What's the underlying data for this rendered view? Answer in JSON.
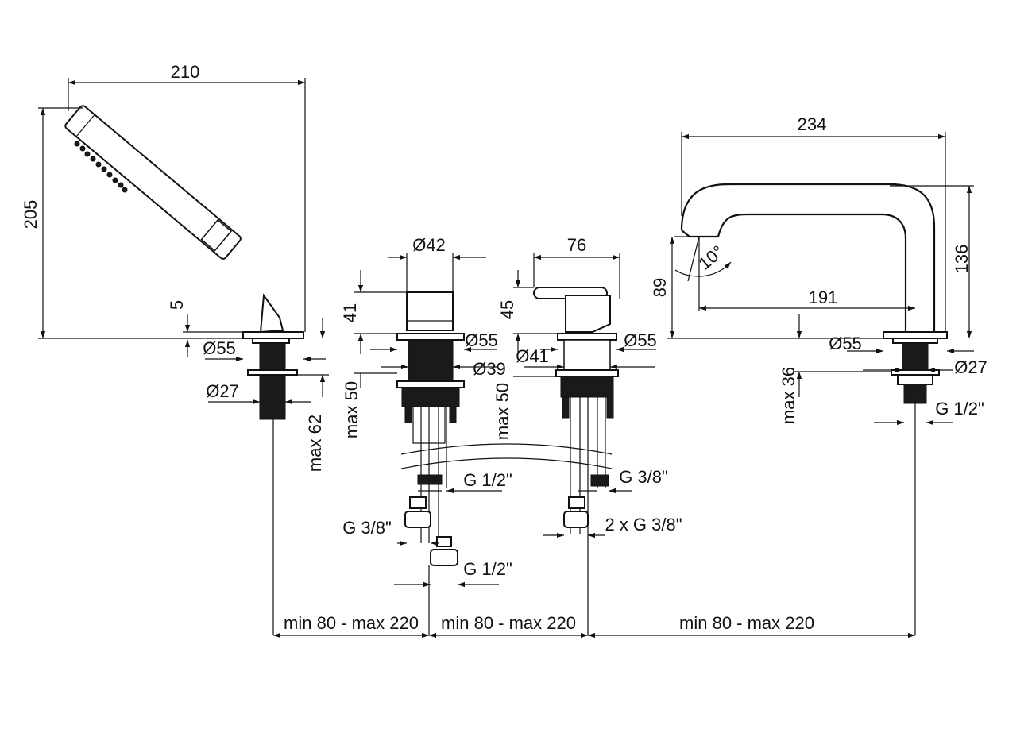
{
  "dimensions": {
    "hand_shower": {
      "width": "210",
      "height": "205",
      "plate_offset": "5",
      "flange_diameter": "Ø55",
      "shank_diameter": "Ø27",
      "max_depth": "max 62"
    },
    "valve_left": {
      "handle_diameter": "Ø42",
      "body_height": "41",
      "flange_diameter": "Ø55",
      "shank_diameter": "Ø39",
      "max_depth": "max 50",
      "outlet_thread": "G 1/2\"",
      "inlet_thread": "G 3/8\"",
      "inlet_thread_2": "G 1/2\""
    },
    "mixer": {
      "lever_length": "76",
      "body_height": "45",
      "body_diameter": "Ø41",
      "flange_diameter": "Ø55",
      "max_depth": "max 50",
      "thread_right": "G 3/8\"",
      "inlet_threads": "2 x G 3/8\""
    },
    "spout": {
      "reach": "234",
      "height": "136",
      "outlet_height": "89",
      "outlet_angle": "10°",
      "centre_to_outlet": "191",
      "flange_diameter": "Ø55",
      "shank_diameter": "Ø27",
      "max_depth": "max 36",
      "thread": "G 1/2\""
    },
    "spacing": {
      "span_1": "min 80 - max 220",
      "span_2": "min 80 - max 220",
      "span_3": "min 80 - max 220"
    }
  }
}
